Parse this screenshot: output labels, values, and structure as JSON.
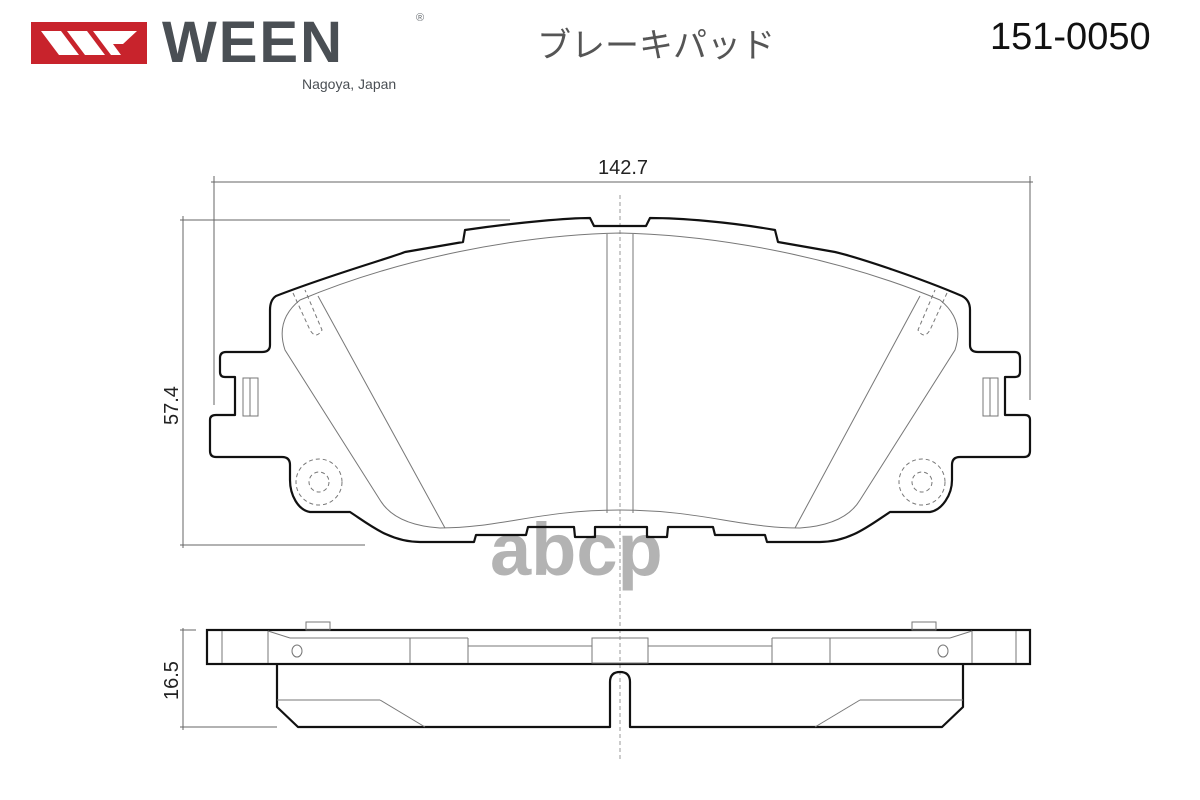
{
  "header": {
    "brand": "WEEN",
    "brand_mark": "®",
    "brand_location": "Nagoya, Japan",
    "title": "ブレーキパッド",
    "part_number": "151-0050"
  },
  "dimensions": {
    "width": "142.7",
    "height": "57.4",
    "thickness": "16.5"
  },
  "watermark": "abcp",
  "colors": {
    "brand_red": "#c8232c",
    "brand_gray": "#4a4f54",
    "watermark_gray": "#b3b3b3"
  }
}
